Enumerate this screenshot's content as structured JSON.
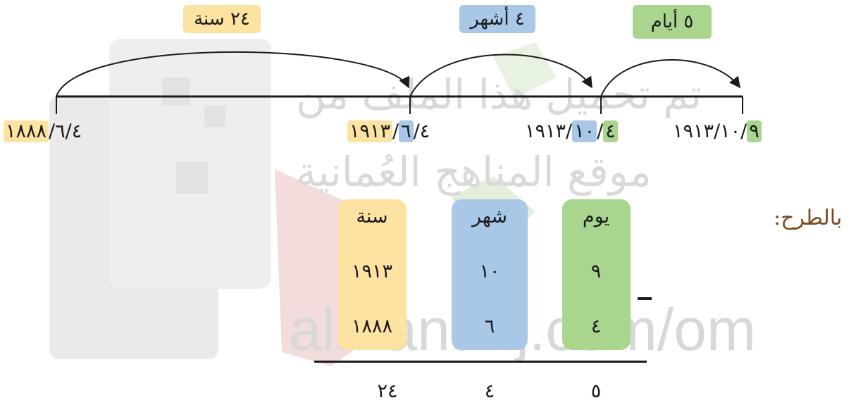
{
  "watermark": {
    "line1": "تم تحميل هذا الملف من",
    "line2": "موقع المناهج العُمانية",
    "site": "alManahj.com/om"
  },
  "interval_labels": {
    "years": "٢٤ سنة",
    "months": "٤ أشهر",
    "days": "٥ أيام"
  },
  "dates": {
    "start": {
      "day": "٤",
      "month": "٦",
      "year": "١٨٨٨"
    },
    "step1": {
      "day": "٤",
      "month": "٦",
      "year": "١٩١٣"
    },
    "step2": {
      "day": "٤",
      "month": "١٠",
      "year": "١٩١٣"
    },
    "end": {
      "day": "٩",
      "month": "١٠",
      "year": "١٩١٣"
    },
    "separator": "/"
  },
  "subtraction": {
    "method_label": "بالطرح:",
    "headers": {
      "day": "يوم",
      "month": "شهر",
      "year": "سنة"
    },
    "minuend": {
      "day": "٩",
      "month": "١٠",
      "year": "١٩١٣"
    },
    "subtrahend": {
      "day": "٤",
      "month": "٦",
      "year": "١٨٨٨"
    },
    "result": {
      "day": "٥",
      "month": "٤",
      "year": "٢٤"
    }
  },
  "colors": {
    "year": "#fde3a2",
    "month": "#a9c8e8",
    "day": "#a9d58f",
    "method_text": "#7b4a1e"
  }
}
